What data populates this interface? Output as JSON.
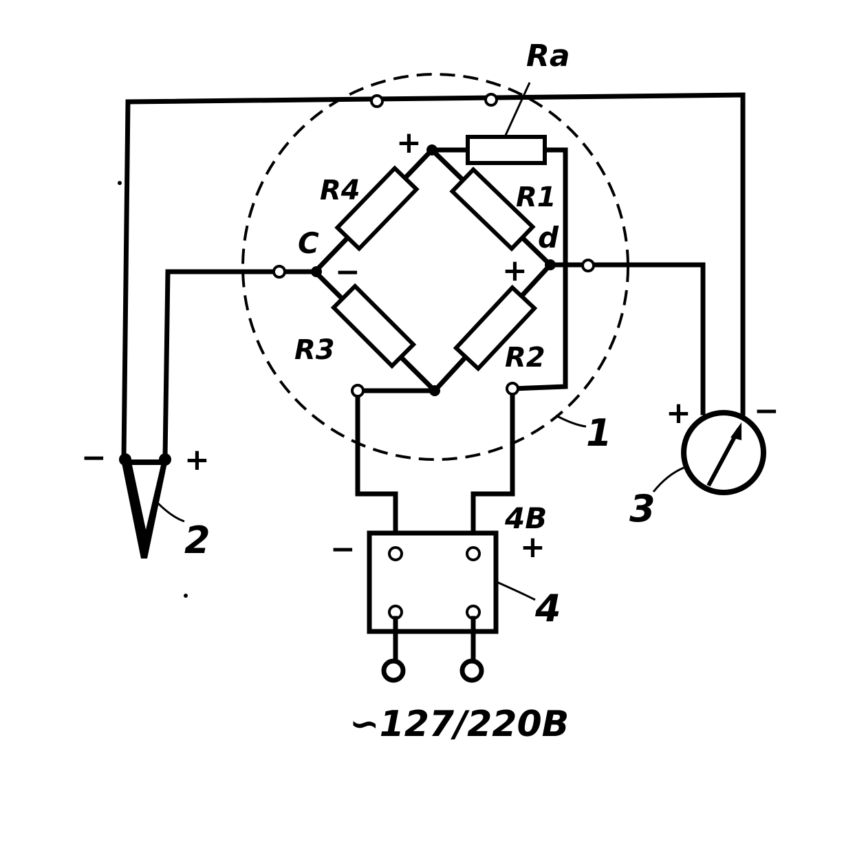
{
  "labels": {
    "ra": "Rа",
    "r1": "R1",
    "r2": "R2",
    "r3": "R3",
    "r4": "R4",
    "node_c": "C",
    "node_d": "d",
    "ref1": "1",
    "ref2": "2",
    "ref3": "3",
    "ref4": "4",
    "v4": "4В",
    "mains": "∽127/220В"
  },
  "signs": {
    "plus": "+",
    "minus": "−"
  },
  "colors": {
    "ink": "#000000",
    "paper": "#ffffff"
  }
}
